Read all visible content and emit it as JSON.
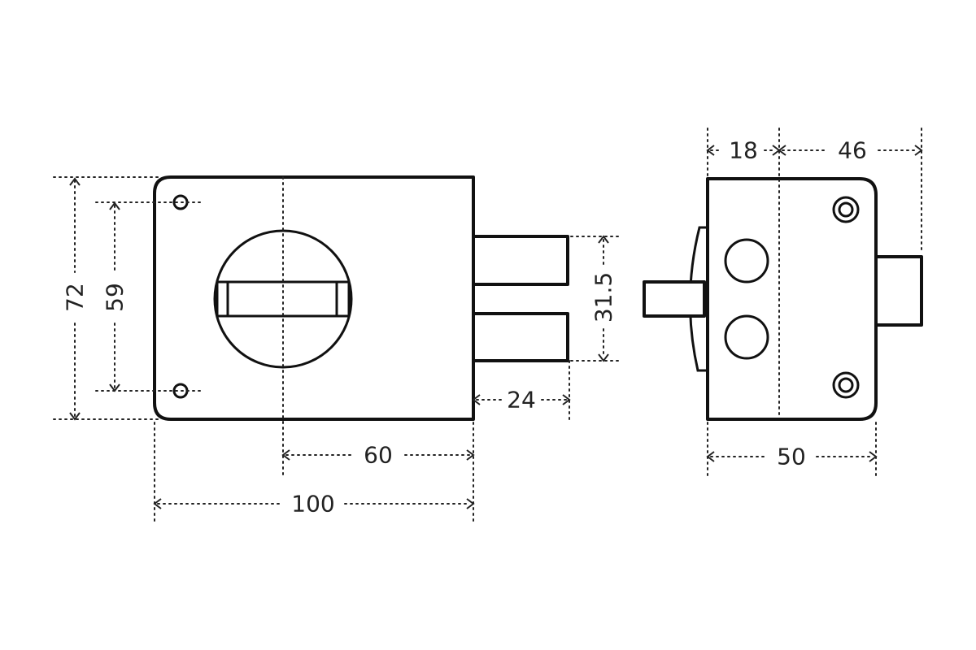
{
  "front_view": {
    "dim_width_total": "100",
    "dim_center_offset": "60",
    "dim_height_total": "72",
    "dim_hole_spacing": "59",
    "dim_bolt_span": "31.5",
    "dim_bolt_length": "24"
  },
  "side_view": {
    "dim_left": "18",
    "dim_right": "46",
    "dim_depth": "50"
  },
  "colors": {
    "line": "#111111",
    "background": "#ffffff"
  }
}
